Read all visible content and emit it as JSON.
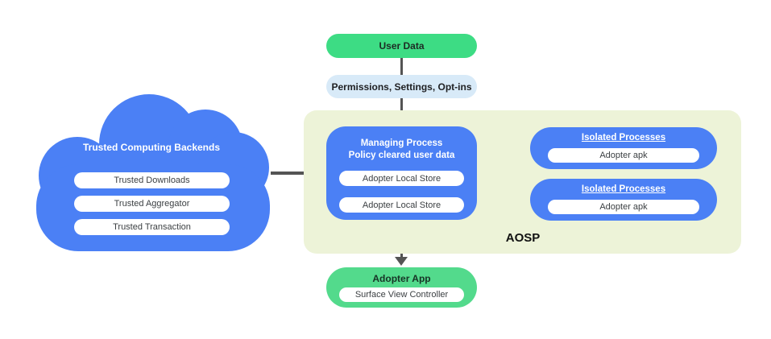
{
  "colors": {
    "green_top": "#3ddc84",
    "green_bottom": "#53da8c",
    "light_blue": "#d8eaf8",
    "blue": "#4b80f5",
    "aosp_container": "#edf3d8",
    "connector": "#545454"
  },
  "user_data": {
    "label": "User Data"
  },
  "permissions": {
    "label": "Permissions,  Settings, Opt-ins"
  },
  "aosp_label": "AOSP",
  "managing_process": {
    "title_line1": "Managing Process",
    "title_line2": "Policy cleared user data",
    "stores": [
      "Adopter Local Store",
      "Adopter Local Store"
    ]
  },
  "isolated_processes": [
    {
      "title": "Isolated Processes",
      "item": "Adopter apk"
    },
    {
      "title": "Isolated Processes",
      "item": "Adopter apk"
    }
  ],
  "trusted_cloud": {
    "title": "Trusted Computing Backends",
    "items": [
      "Trusted Downloads",
      "Trusted Aggregator",
      "Trusted Transaction"
    ]
  },
  "adopter_app": {
    "title": "Adopter App",
    "item": "Surface View Controller"
  }
}
